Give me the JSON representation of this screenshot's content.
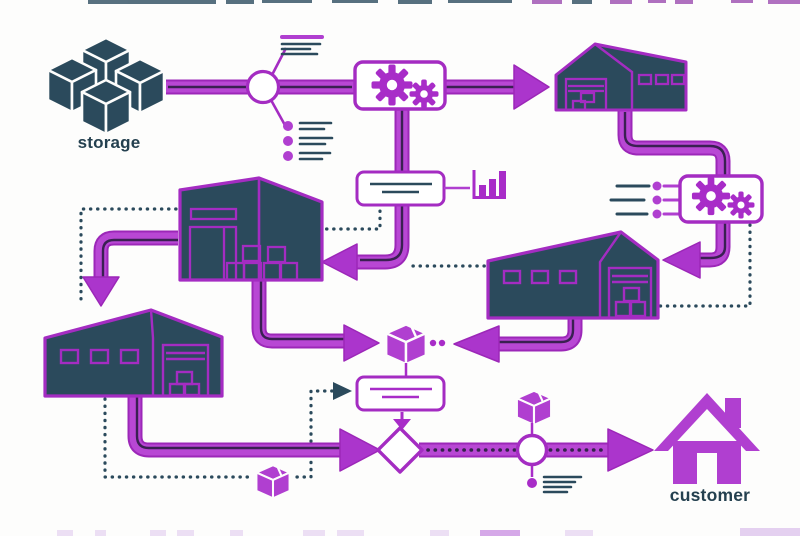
{
  "diagram": {
    "kind": "logistics-flowchart-illustration",
    "background": "#fdfdfc",
    "labels": {
      "storage": "storage",
      "customer": "customer"
    },
    "colors": {
      "purple_pipe": "#b847d4",
      "purple_outline": "#9c27b8",
      "purple_solid": "#ab35cc",
      "purple_icon": "#a82cc8",
      "navy": "#2b4a5c",
      "pipe_stripe": "#3a2052",
      "dot_line": "#2b4a5c",
      "white": "#ffffff"
    },
    "icons": [
      "storage-boxes-icon",
      "junction-circle-icon",
      "notes-list-icon",
      "bullet-list-icon",
      "gears-icon",
      "warehouse-icon",
      "info-card-icon",
      "bar-chart-icon",
      "speed-lines-icon",
      "package-icon",
      "decision-diamond-icon",
      "transit-circle-icon",
      "house-icon"
    ]
  }
}
